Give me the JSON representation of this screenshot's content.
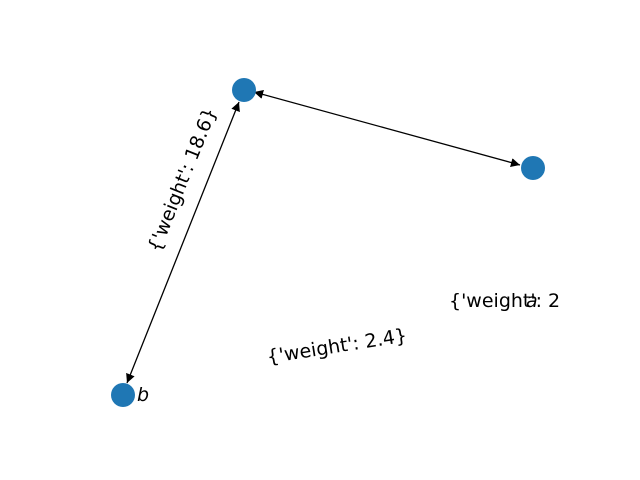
{
  "graph": {
    "nodes": [
      {
        "id": "n-top",
        "label": ""
      },
      {
        "id": "n-right",
        "label": ""
      },
      {
        "id": "n-bottom-left",
        "label": "b"
      }
    ],
    "edges": [
      {
        "from": "n-top",
        "to": "n-right",
        "directed_both": true
      },
      {
        "from": "n-top",
        "to": "n-bottom-left",
        "directed_both": true
      }
    ],
    "edge_labels": [
      "{'weight': 18.6}",
      "{'weight': 2.4}",
      "{'weight': 2"
    ],
    "stray_node_labels": [
      "a"
    ],
    "node_color": "#1f77b4",
    "edge_color": "#000000"
  }
}
